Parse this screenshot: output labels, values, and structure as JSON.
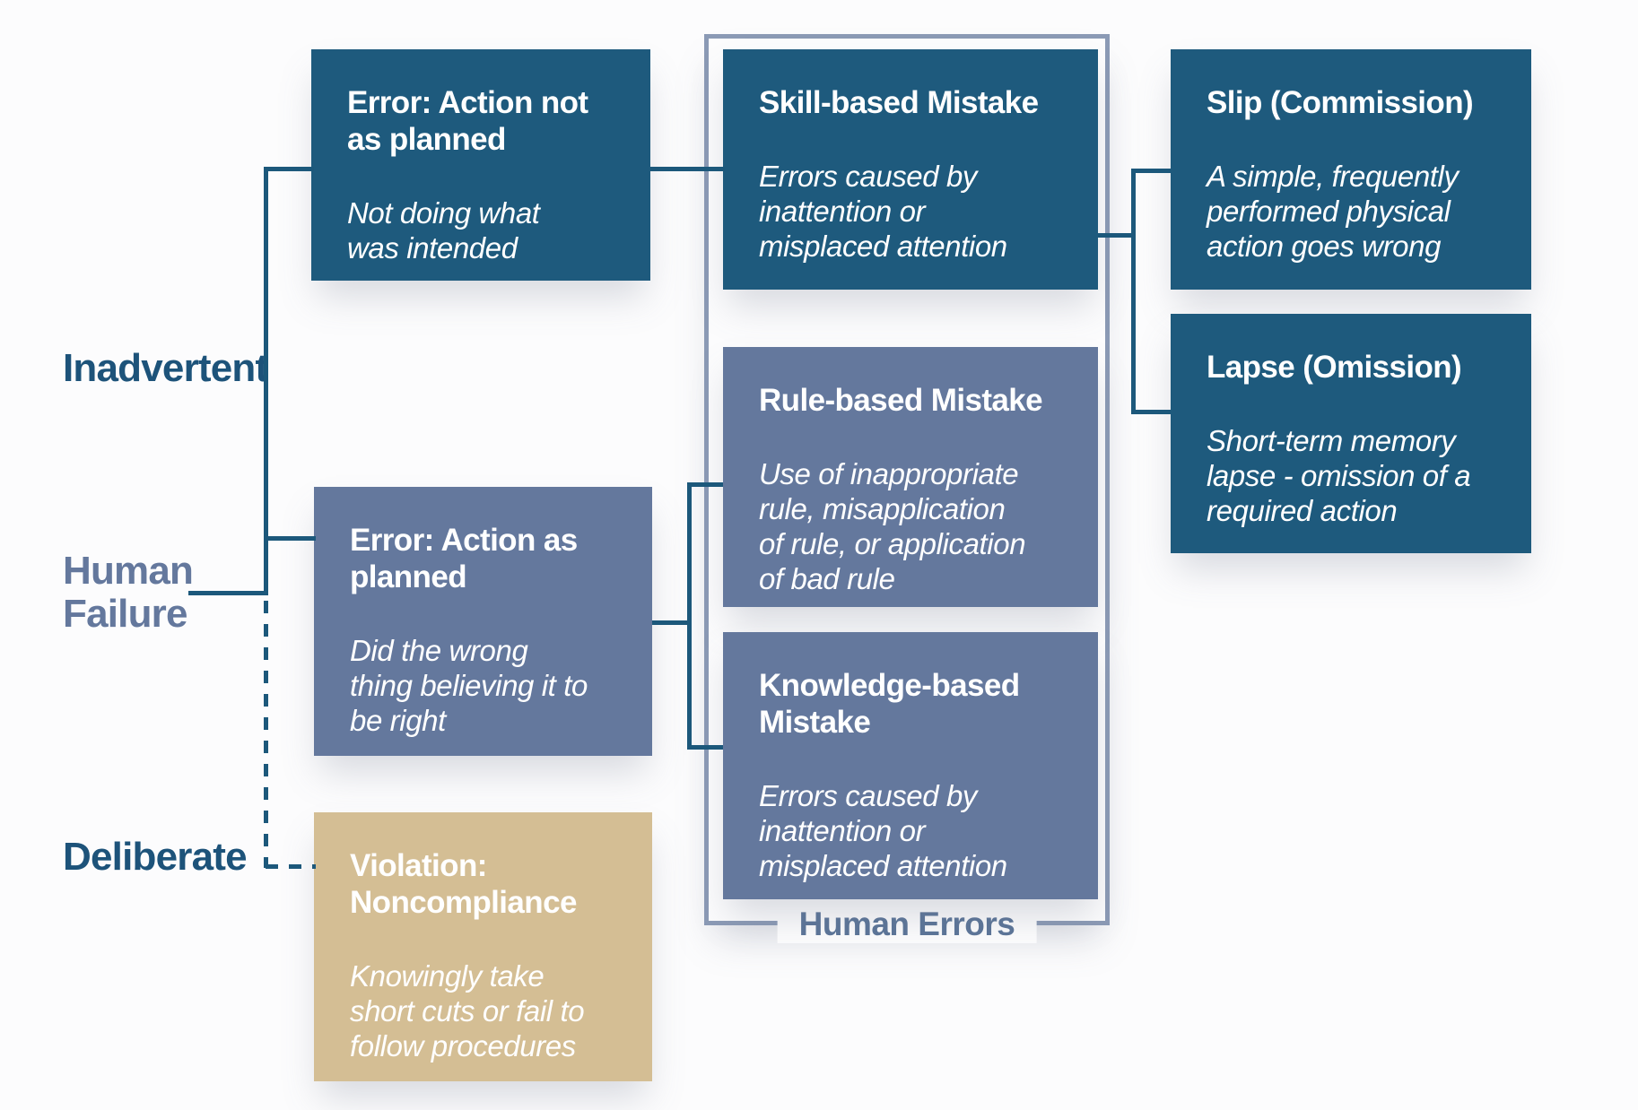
{
  "side_labels": {
    "inadvertent": "Inadvertent",
    "human_failure": "Human\nFailure",
    "deliberate": "Deliberate"
  },
  "group": {
    "label": "Human Errors"
  },
  "nodes": {
    "error_not_as_planned": {
      "title": "Error: Action not\nas planned",
      "desc": "Not doing what\nwas intended"
    },
    "error_as_planned": {
      "title": "Error: Action as\nplanned",
      "desc": "Did the wrong\nthing believing it to\nbe right"
    },
    "violation": {
      "title": "Violation:\nNoncompliance",
      "desc": "Knowingly take\nshort cuts or fail to\nfollow procedures"
    },
    "skill_based": {
      "title": "Skill-based Mistake",
      "desc": "Errors caused by\ninattention or\nmisplaced attention"
    },
    "rule_based": {
      "title": "Rule-based Mistake",
      "desc": "Use of inappropriate\nrule, misapplication\nof rule, or application\nof bad rule"
    },
    "knowledge_based": {
      "title": "Knowledge-based\nMistake",
      "desc": "Errors caused by\ninattention or\nmisplaced attention"
    },
    "slip": {
      "title": "Slip (Commission)",
      "desc": "A simple, frequently\nperformed physical\naction goes wrong"
    },
    "lapse": {
      "title": "Lapse (Omission)",
      "desc": "Short-term memory\nlapse - omission of a\nrequired action"
    }
  },
  "colors": {
    "dark_blue_box": "#1e5a7d",
    "slate_blue_box": "#64789d",
    "tan_box": "#d4be94",
    "group_border": "#8b9ab5",
    "connector_line": "#1c587b",
    "navy_label": "#1d537a",
    "slate_label": "#64789d",
    "group_label": "#5b7498"
  }
}
